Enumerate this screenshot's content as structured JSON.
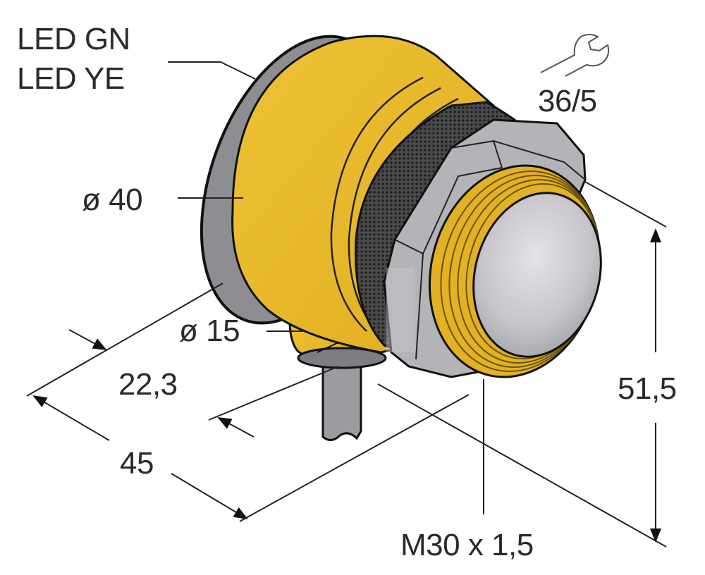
{
  "drawing": {
    "type": "sensor-dimension-drawing",
    "colors": {
      "housing_yellow": "#E8B82A",
      "housing_yellow_dark": "#C99A18",
      "metal_gray": "#A8A8AC",
      "metal_light": "#D4D4D8",
      "face_gray": "#C8C8CC",
      "knurl_dark": "#3A3A3A",
      "outline": "#111111",
      "dimension_line": "#222222",
      "text": "#2a2a2a"
    },
    "labels": {
      "led_gn": "LED GN",
      "led_ye": "LED YE",
      "wrench_size": "36/5",
      "diameter_body": "ø 40",
      "diameter_connector": "ø 15",
      "depth_connector": "22,3",
      "length_total": "45",
      "height_total": "51,5",
      "thread": "M30 x 1,5"
    },
    "icons": {
      "wrench": "wrench-icon"
    }
  }
}
